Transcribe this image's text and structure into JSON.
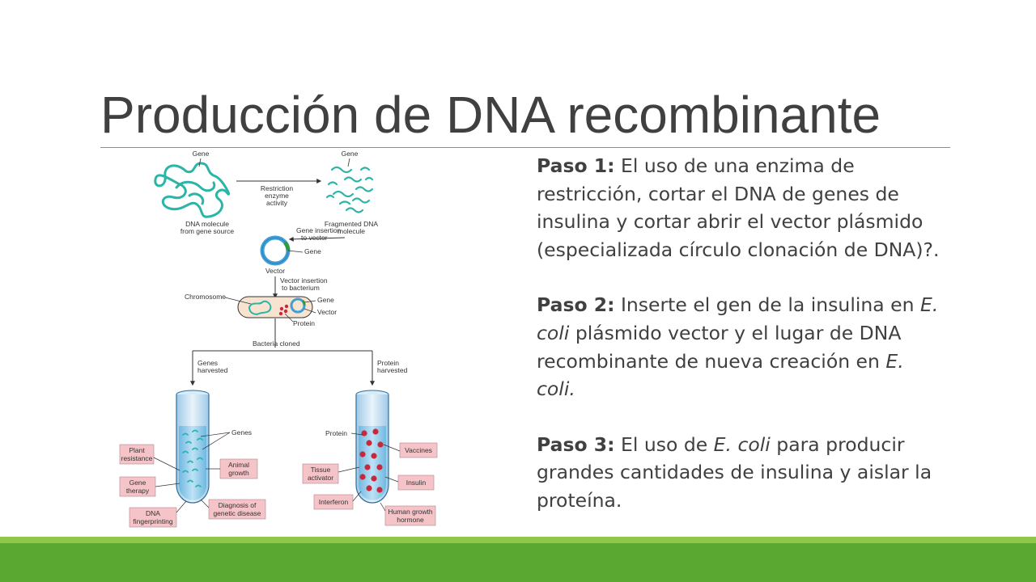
{
  "slide": {
    "title": "Producción de DNA recombinante"
  },
  "diagram": {
    "labels": {
      "gene_left": "Gene",
      "gene_right": "Gene",
      "restriction_1": "Restriction",
      "restriction_2": "enzyme",
      "restriction_3": "activity",
      "dna_molecule_1": "DNA molecule",
      "dna_molecule_2": "from gene source",
      "fragmented_1": "Fragmented DNA",
      "fragmented_2": "molecule",
      "gene_insertion_1": "Gene insertion",
      "gene_insertion_2": "to vector",
      "vector_gene": "Gene",
      "vector": "Vector",
      "vector_insertion_1": "Vector insertion",
      "vector_insertion_2": "to bacterium",
      "chromosome": "Chromosome",
      "bact_gene": "Gene",
      "bact_vector": "Vector",
      "protein": "Protein",
      "bacteria_cloned": "Bacteria cloned",
      "genes_harvested_1": "Genes",
      "genes_harvested_2": "harvested",
      "protein_harvested_1": "Protein",
      "protein_harvested_2": "harvested",
      "genes": "Genes",
      "plant_resistance_1": "Plant",
      "plant_resistance_2": "resistance",
      "animal_growth_1": "Animal",
      "animal_growth_2": "growth",
      "gene_therapy_1": "Gene",
      "gene_therapy_2": "therapy",
      "diagnosis_1": "Diagnosis of",
      "diagnosis_2": "genetic disease",
      "dna_fp_1": "DNA",
      "dna_fp_2": "fingerprinting",
      "protein_tube": "Protein",
      "vaccines": "Vaccines",
      "tissue_1": "Tissue",
      "tissue_2": "activator",
      "insulin": "Insulin",
      "interferon": "Interferon",
      "hgh_1": "Human growth",
      "hgh_2": "hormone"
    }
  },
  "steps": [
    {
      "label": "Paso 1:",
      "text": " El uso de una enzima de restricción, cortar el DNA de genes de insulina y cortar abrir el vector plásmido (especializada círculo clonación de DNA)?."
    },
    {
      "label": "Paso 2:",
      "t1": " Inserte el gen de la insulina en ",
      "i1": "E. coli",
      "t2": " plásmido vector y el lugar de DNA recombinante de nueva creación en ",
      "i2": "E. coli."
    },
    {
      "label": "Paso 3:",
      "t1": " El uso de ",
      "i1": "E. coli",
      "t2": " para producir grandes cantidades de insulina y aislar la proteína."
    }
  ],
  "colors": {
    "title": "#404040",
    "dna_teal": "#2bb5a8",
    "vector_blue": "#3f9fd6",
    "label_box": "#f4c4c8",
    "protein_dot": "#c8283c",
    "band_light": "#8fc74a",
    "band_dark": "#5aa832"
  }
}
